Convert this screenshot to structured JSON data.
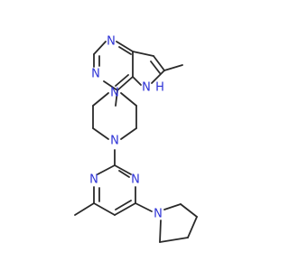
{
  "colors": {
    "bond": "#2a2a2a",
    "nitrogen": "#2d32d6",
    "background": "#ffffff"
  },
  "atom_labels": {
    "n_pyrimidine_top": "N",
    "n_pyrimidine_left": "N",
    "n_pyrrole": "N",
    "h_pyrrole": "H",
    "n_piperazine_top": "N",
    "n_piperazine_bottom": "N",
    "n_lower_pyrimidine_right": "N",
    "n_lower_pyrimidine_left": "N",
    "n_pyrrolidine": "N"
  }
}
